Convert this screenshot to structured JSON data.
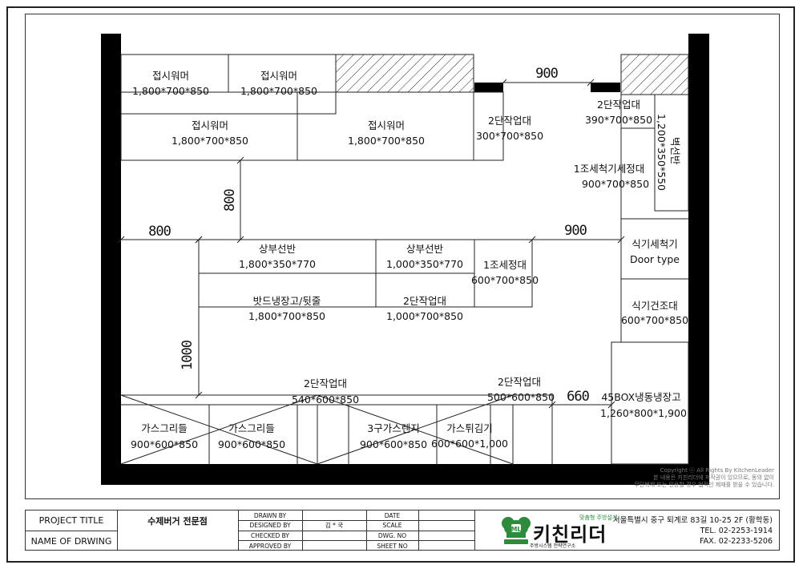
{
  "drawing": {
    "equipment": {
      "dishwarmer_1": {
        "name": "접시워머",
        "spec": "1,800*700*850"
      },
      "dishwarmer_2": {
        "name": "접시워머",
        "spec": "1,800*700*850"
      },
      "dishwarmer_3": {
        "name": "접시워머",
        "spec": "1,800*700*850"
      },
      "dishwarmer_4": {
        "name": "접시워머",
        "spec": "1,800*700*850"
      },
      "work_table_2tier_300": {
        "name": "2단작업대",
        "spec": "300*700*850"
      },
      "work_table_2tier_390": {
        "name": "2단작업대",
        "spec": "390*700*850"
      },
      "wall_shelf": {
        "name": "벽선반",
        "spec": "1,200*350*550"
      },
      "sink_dishwasher_table": {
        "name": "1조세척기세정대",
        "spec": "900*700*850"
      },
      "upper_shelf_1800": {
        "name": "상부선반",
        "spec": "1,800*350*770"
      },
      "upper_shelf_1000": {
        "name": "상부선반",
        "spec": "1,000*350*770"
      },
      "sink_1": {
        "name": "1조세정대",
        "spec": "600*700*850"
      },
      "dishwasher": {
        "name": "식기세척기",
        "spec": "Door type"
      },
      "underbar_fridge": {
        "name": "밧드냉장고/뒷줄",
        "spec": "1,800*700*850"
      },
      "work_table_1000": {
        "name": "2단작업대",
        "spec": "1,000*700*850"
      },
      "dish_dryer": {
        "name": "식기건조대",
        "spec": "600*700*850"
      },
      "work_table_540": {
        "name": "2단작업대",
        "spec": "540*600*850"
      },
      "work_table_500": {
        "name": "2단작업대",
        "spec": "500*600*850"
      },
      "griddle_1": {
        "name": "가스그리들",
        "spec": "900*600*850"
      },
      "griddle_2": {
        "name": "가스그리들",
        "spec": "900*600*850"
      },
      "gas_range": {
        "name": "3구가스렌지",
        "spec": "900*600*850"
      },
      "fryer": {
        "name": "가스튀김기",
        "spec": "600*600*1,000"
      },
      "freezer_fridge": {
        "name": "45BOX냉동냉장고",
        "spec": "1,260*800*1,900"
      }
    },
    "dimensions": {
      "top_gap": "900",
      "vert_800": "800",
      "left_800": "800",
      "right_900": "900",
      "vert_1000": "1000",
      "bottom_660": "660"
    },
    "copyright": {
      "line1": "Copyright ⓒ All Rights By KitchenLeader",
      "line2": "본 내용은 키친리더에 저작권이 있으므로, 동의 없이",
      "line3": "무단복제 또는 인용할 경우 법적인 제재를 받을 수 있습니다."
    }
  },
  "title_block": {
    "project_title_label": "PROJECT TITLE",
    "project_title": "수제버거 전문점",
    "drawing_name_label": "NAME OF DRWING",
    "drawn_by_label": "DRAWN BY",
    "designed_by_label": "DESIGNED BY",
    "designed_by": "김 * 국",
    "checked_by_label": "CHECKED BY",
    "approved_by_label": "APPROVED BY",
    "date_label": "DATE",
    "scale_label": "SCALE",
    "dwg_no_label": "DWG. NO",
    "sheet_no_label": "SHEET NO",
    "logo_tagline": "맞춤형 주방설계",
    "logo_name": "키친리더",
    "logo_sub": "주방시스템 전략연구소",
    "address": "서울특별시 중구 퇴계로 83길 10-25 2F (황학동)",
    "tel": "TEL. 02-2253-1914",
    "fax": "FAX. 02-2233-5206",
    "brand_color": "#2e8b3e"
  }
}
